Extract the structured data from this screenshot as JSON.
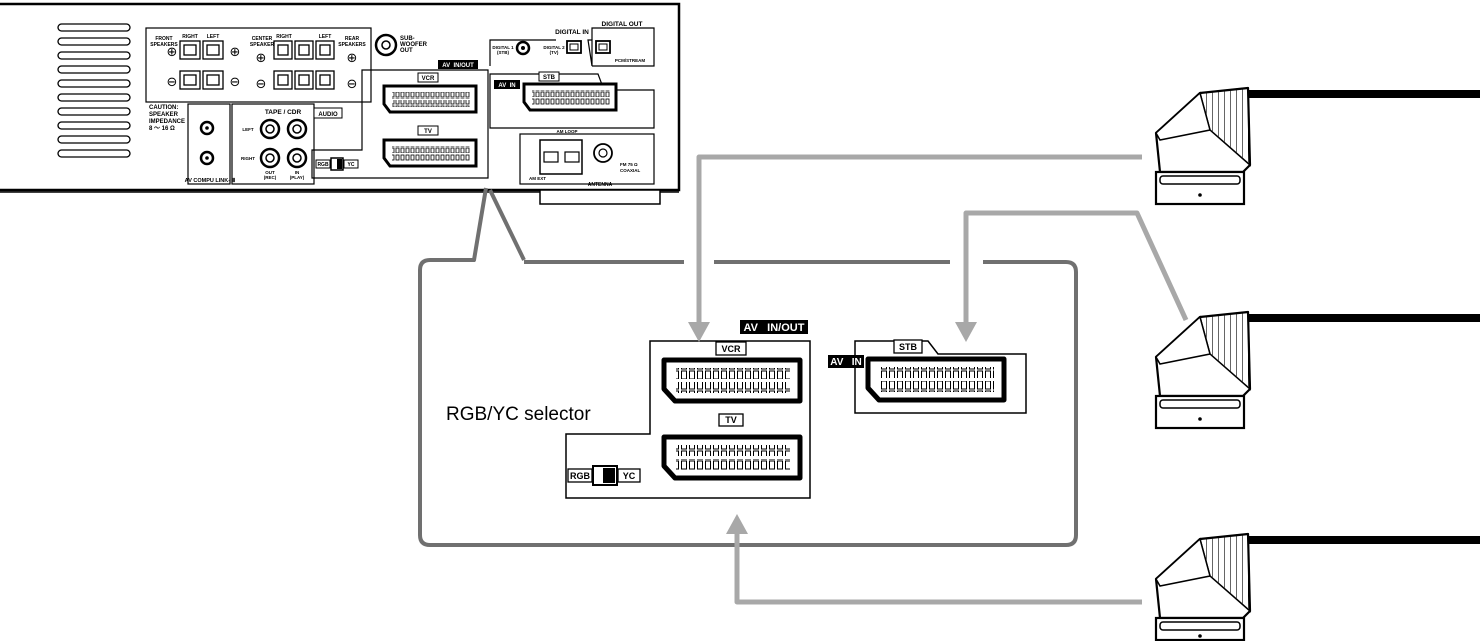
{
  "callout": {
    "selector_label": "RGB/YC selector"
  },
  "zoomed_panel": {
    "av_inout_badge": "AV   IN/OUT",
    "vcr_label": "VCR",
    "tv_label": "TV",
    "av_in_badge": "AV   IN",
    "stb_label": "STB",
    "rgb_label": "RGB",
    "yc_label": "YC"
  },
  "rear_panel": {
    "front_speakers": [
      "FRONT",
      "SPEAKERS"
    ],
    "right": "RIGHT",
    "left": "LEFT",
    "center_speaker": [
      "CENTER",
      "SPEAKER"
    ],
    "rear_speakers": [
      "REAR",
      "SPEAKERS"
    ],
    "caution": [
      "CAUTION:",
      "SPEAKER",
      "IMPEDANCE",
      "8 〜 16 Ω"
    ],
    "subwoofer": [
      "SUB-",
      "WOOFER",
      "OUT"
    ],
    "digital_in": "DIGITAL IN",
    "digital_out": "DIGITAL OUT",
    "digital1": [
      "DIGITAL 1",
      "(STB)"
    ],
    "digital2": [
      "DIGITAL 2",
      "(TV)"
    ],
    "pcm_stream": "PCM/STREAM",
    "av_inout_badge": "AV  IN/OUT",
    "vcr": "VCR",
    "tv": "TV",
    "av_in_badge": "AV  IN",
    "stb": "STB",
    "tape_cdr": "TAPE / CDR",
    "audio": "AUDIO",
    "left_small": "LEFT",
    "right_small": "RIGHT",
    "out_rec": [
      "OUT",
      "(REC)"
    ],
    "in_play": [
      "IN",
      "(PLAY)"
    ],
    "rgb": "RGB",
    "yc": "YC",
    "am_loop": "AM LOOP",
    "am_ext": "AM EXT",
    "fm_coaxial": [
      "FM 75 Ω",
      "COAXIAL"
    ],
    "antenna": "ANTENNA",
    "compu_link": "AV COMPU LINK- Ⅲ"
  },
  "colors": {
    "line": "#000000",
    "callout_border": "#707070",
    "arrow": "#a8a8a8"
  }
}
